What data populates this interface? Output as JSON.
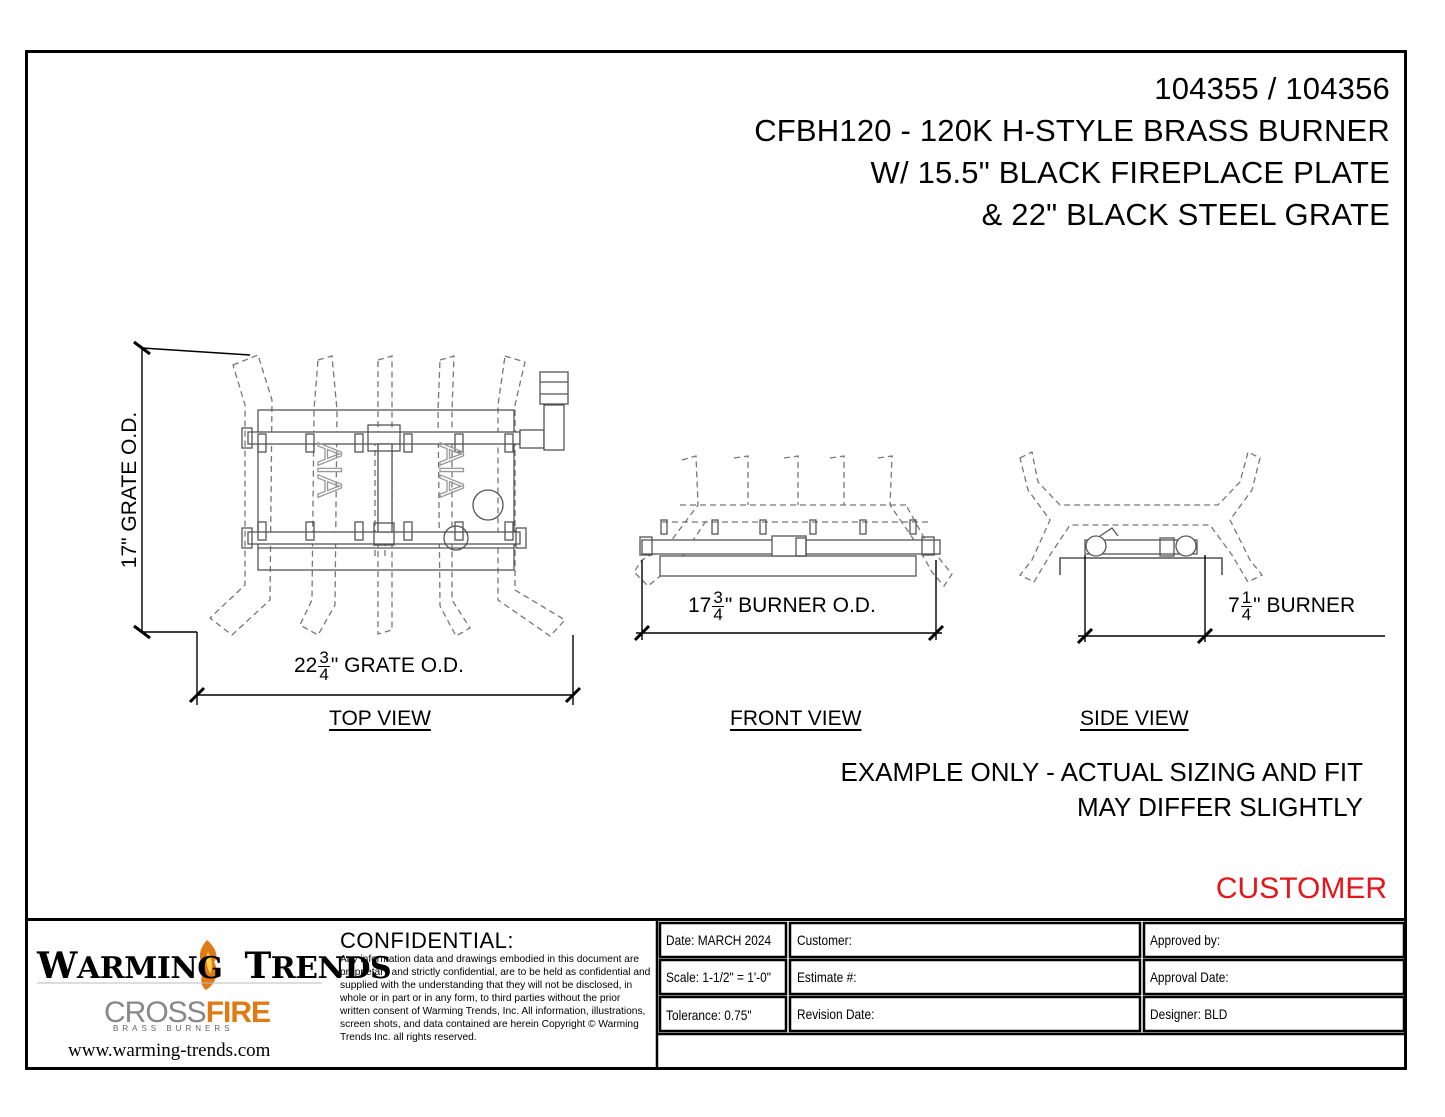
{
  "title": {
    "line1": "104355 / 104356",
    "line2": "CFBH120 - 120K H-STYLE BRASS BURNER",
    "line3": "W/ 15.5\" BLACK FIREPLACE PLATE",
    "line4": "& 22\" BLACK STEEL GRATE"
  },
  "dimensions": {
    "grate_height": "17\" GRATE O.D.",
    "grate_width_whole": "22",
    "grate_width_num": "3",
    "grate_width_den": "4",
    "grate_width_suffix": "\" GRATE O.D.",
    "burner_od_whole": "17",
    "burner_od_num": "3",
    "burner_od_den": "4",
    "burner_od_suffix": "\" BURNER O.D.",
    "burner_side_whole": "7",
    "burner_side_num": "1",
    "burner_side_den": "4",
    "burner_side_suffix": "\" BURNER"
  },
  "views": {
    "top": "TOP VIEW",
    "front": "FRONT VIEW",
    "side": "SIDE VIEW"
  },
  "disclaimer": {
    "line1": "EXAMPLE ONLY - ACTUAL SIZING AND FIT",
    "line2": "MAY DIFFER SLIGHTLY"
  },
  "customer_stamp": "CUSTOMER",
  "branding": {
    "logo_line1_a": "W",
    "logo_line1_b": "ARMING",
    "logo_line1_c": "T",
    "logo_line1_d": "RENDS",
    "logo_line2_a": "CROSS",
    "logo_line2_b": "FIRE",
    "logo_line2_sub": "BRASS BURNERS",
    "website": "www.warming-trends.com"
  },
  "confidential": {
    "heading": "CONFIDENTIAL:",
    "text": "Any information data and drawings embodied in this document are proprietary and strictly confidential, are to be held as confidential and supplied with the understanding that they will not be disclosed, in whole or in part or in any form, to third parties without the prior written consent of Warming Trends, Inc. All information, illustrations, screen shots, and data contained are herein Copyright © Warming Trends Inc. all rights reserved."
  },
  "title_block": {
    "date": "Date: MARCH 2024",
    "scale": "Scale: 1-1/2\" = 1'-0\"",
    "tolerance": "Tolerance: 0.75\"",
    "customer": "Customer:",
    "estimate": "Estimate #:",
    "revision": "Revision Date:",
    "approved_by": "Approved by:",
    "approval_date": "Approval Date:",
    "designer": "Designer: BLD"
  },
  "colors": {
    "customer_red": "#e8141b",
    "fire_orange": "#e07a14"
  }
}
